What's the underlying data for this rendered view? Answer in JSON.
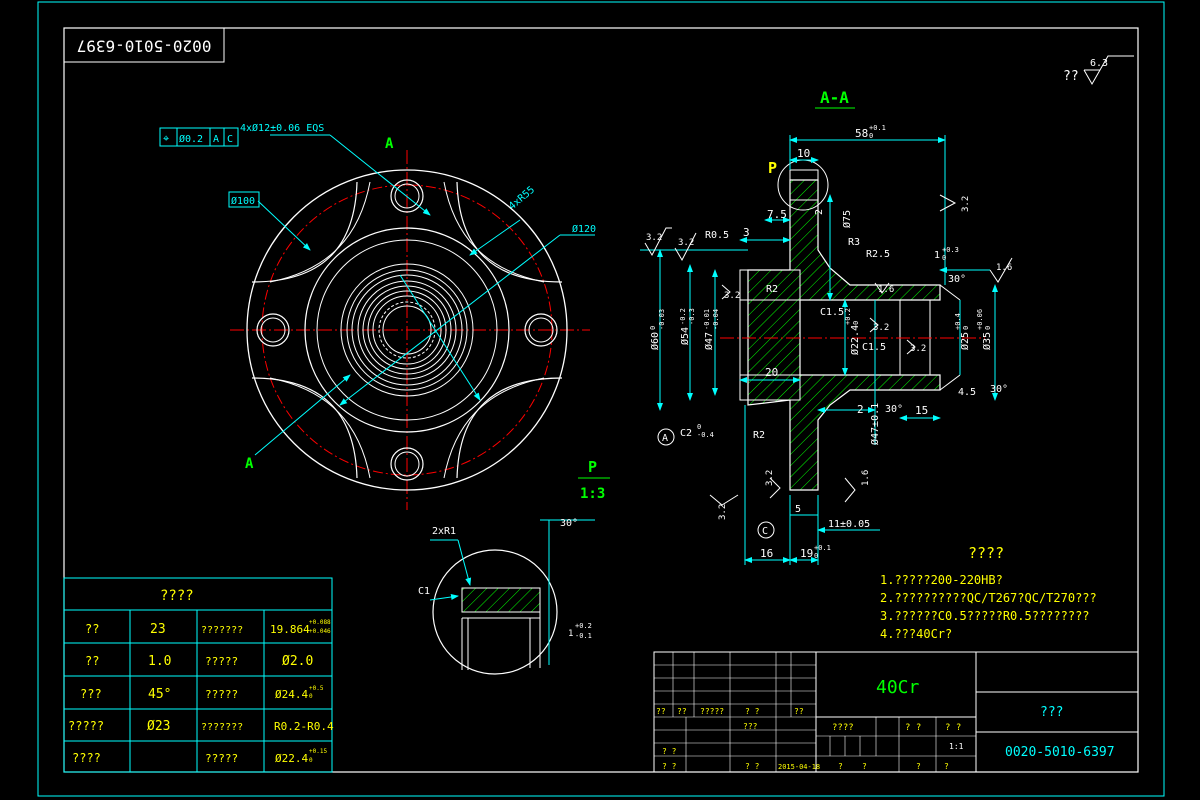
{
  "drawing_number_top": "0020-5010-6397",
  "surface_finish_note": {
    "prefix": "??",
    "value": "6.3"
  },
  "front_view": {
    "section_letter_top": "A",
    "section_letter_bottom": "A",
    "position_tolerance": {
      "symbol": "⌖",
      "tolerance": "Ø0.2",
      "datum1": "A",
      "datum2": "C"
    },
    "hole_callout": "4xØ12±0.06 EQS",
    "flange_callout": "4xR55",
    "pitch_box": "Ø100",
    "outer_dia": "Ø120"
  },
  "detail_view": {
    "label": "P",
    "scale": "1:3",
    "radius": "2xR1",
    "chamfer": "C1",
    "angle": "30°",
    "tol_upper": "+0.2",
    "tol_lower": "-0.1",
    "tol_base": "1"
  },
  "section_view": {
    "label": "A-A",
    "detail_marker": "P",
    "dims": {
      "overall_length": "58",
      "overall_tol_u": "+0.1",
      "overall_tol_l": "0",
      "d10": "10",
      "d7_5": "7.5",
      "d3": "3",
      "d2_top": "2",
      "phi75": "Ø75",
      "r3": "R3",
      "r2_5": "R2.5",
      "r0_5": "R0.5",
      "r2_a": "R2",
      "r2_b": "R2",
      "c1_5_a": "C1.5",
      "c1_5_b": "C1.5",
      "d1": "1",
      "d1_tol_u": "+0.3",
      "d1_tol_l": "0",
      "ang30_a": "30°",
      "ang30_b": "30°",
      "ang30_c": "30°",
      "d20": "20",
      "d2_low": "2",
      "d15": "15",
      "d4_5": "4.5",
      "d5": "5",
      "d16": "16",
      "d19": "19",
      "d19_tol_u": "+0.1",
      "d19_tol_l": "0",
      "d11": "11±0.05",
      "phi60": "Ø60",
      "phi60_tol_u": "0",
      "phi60_tol_l": "-0.03",
      "phi54": "Ø54",
      "phi54_tol_u": "-0.2",
      "phi54_tol_l": "-0.3",
      "phi47a": "Ø47",
      "phi47a_tol_u": "-0.01",
      "phi47a_tol_l": "-0.04",
      "phi22": "Ø22.4",
      "phi22_tol_u": "+0.2",
      "phi22_tol_l": "0",
      "phi25": "Ø25",
      "phi25_tol_u": "+0.4",
      "phi25_tol_l": "0",
      "phi35": "Ø35",
      "phi35_tol_u": "+0.06",
      "phi35_tol_l": "0",
      "phi47b": "Ø47±0.1",
      "chamfer_c2": "C2",
      "chamfer_c2_tol_u": "0",
      "chamfer_c2_tol_l": "-0.4",
      "datum_a": "A",
      "datum_c": "C",
      "rough_3_2": "3.2",
      "rough_1_6": "1.6"
    }
  },
  "notes": {
    "title": "????",
    "lines": [
      "1.?????200-220HB?",
      "2.??????????QC/T267?QC/T270???",
      "3.??????C0.5?????R0.5????????",
      "4.???40Cr?"
    ]
  },
  "spline_table": {
    "title": "????",
    "rows": [
      [
        "??",
        "23",
        "???????",
        "19.864"
      ],
      [
        "??",
        "1.0",
        "?????",
        "Ø2.0"
      ],
      [
        "???",
        "45°",
        "?????",
        "Ø24.4"
      ],
      [
        "?????",
        "Ø23",
        "???????",
        "R0.2-R0.4"
      ],
      [
        "????",
        "",
        "?????",
        "Ø22.4"
      ]
    ],
    "tol": {
      "r0_u": "+0.088",
      "r0_l": "+0.046",
      "r2_u": "+0.5",
      "r2_l": "0",
      "r4_u": "+0.15",
      "r4_l": "0"
    }
  },
  "title_block": {
    "material": "40Cr",
    "part_name": "???",
    "drawing_number": "0020-5010-6397",
    "scale": "1:1",
    "date": "2015-04-18",
    "cells": {
      "c1": "??",
      "c2": "??",
      "c3": "?????",
      "c4": "? ?",
      "c5": "??",
      "design": "???",
      "std": "????",
      "weight": "? ?",
      "ratio": "? ?",
      "check": "? ?",
      "approve": "? ?",
      "sign1": "? ?",
      "sign2": "? ?",
      "sheet1": "?",
      "sheet2": "?",
      "sheet3": "?",
      "sheet4": "?"
    }
  },
  "colors": {
    "background": "#000000",
    "frame": "#ffffff",
    "dimension": "#00ffff",
    "hatch": "#00ff00",
    "centerline": "#ff0000",
    "title": "#00ff00",
    "text_yellow": "#ffff00"
  }
}
